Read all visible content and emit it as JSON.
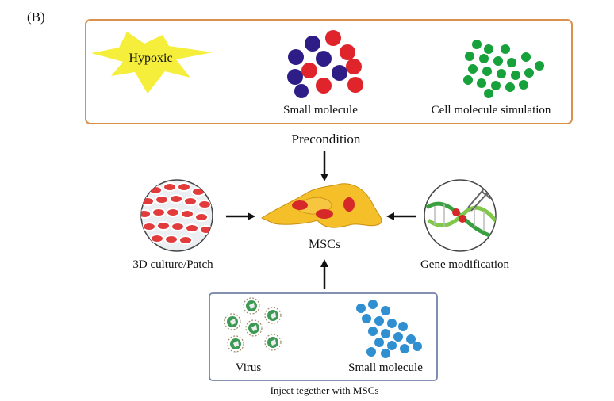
{
  "panel_label": "(B)",
  "precondition_box": {
    "hypoxic_label": "Hypoxic",
    "small_molecule_label": "Small molecule",
    "cell_sim_label": "Cell molecule simulation",
    "caption": "Precondition"
  },
  "center": {
    "label": "MSCs"
  },
  "left": {
    "label": "3D culture/Patch"
  },
  "right": {
    "label": "Gene modification"
  },
  "inject_box": {
    "virus_label": "Virus",
    "small_molecule_label": "Small molecule",
    "caption": "Inject tegether with MSCs"
  },
  "colors": {
    "precondition_border": "#d9924e",
    "inject_border": "#7383a8",
    "star_fill": "#f5ee3b",
    "blue_dot": "#2e1d86",
    "red_dot": "#e0242b",
    "green_dot": "#17a13b",
    "cyan_dot": "#2f8fd1",
    "cell_fill": "#f5bf2a",
    "nucleus": "#d62828"
  }
}
